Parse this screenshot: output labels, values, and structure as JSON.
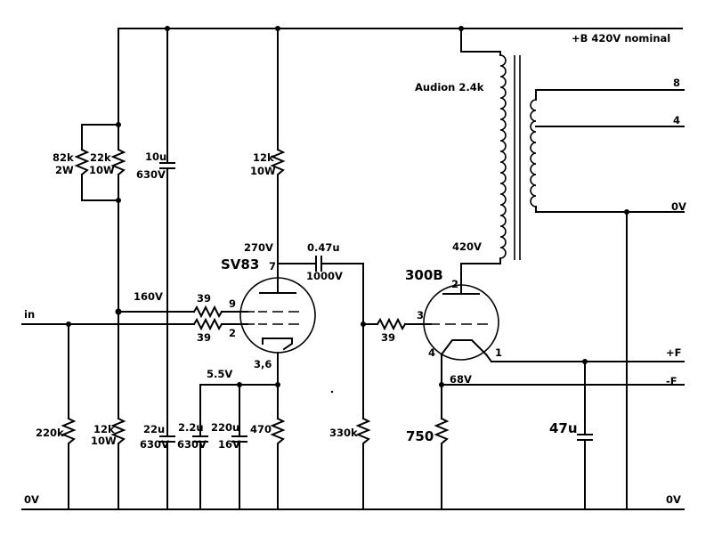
{
  "rails": {
    "b_plus": "+B 420V nominal",
    "zero_v_left": "0V",
    "zero_v_right": "0V",
    "input": "in",
    "heater_pos": "+F",
    "heater_neg": "-F"
  },
  "transformer": {
    "label": "Audion 2.4k",
    "tap_8": "8",
    "tap_4": "4",
    "tap_0v": "0V"
  },
  "tubes": {
    "driver": "SV83",
    "output": "300B",
    "driver_pins": {
      "anode": "7",
      "g2": "9",
      "g1": "2",
      "cathode": "3,6"
    },
    "output_pins": {
      "anode": "2",
      "grid": "3",
      "f1": "1",
      "f4": "4"
    }
  },
  "components": {
    "r82k": [
      "82k",
      "2W"
    ],
    "r22k": [
      "22k",
      "10W"
    ],
    "c10u": [
      "10u",
      "630V"
    ],
    "r12k_top": [
      "12k",
      "10W"
    ],
    "c047": [
      "0.47u",
      "1000V"
    ],
    "r39_g2": "39",
    "r39_g1": "39",
    "r39_out": "39",
    "r220k": "220k",
    "r12k_bot": [
      "12k",
      "10W"
    ],
    "c22u": [
      "22u",
      "630V"
    ],
    "c22u_small": [
      "2.2u",
      "630V"
    ],
    "c220u": [
      "220u",
      "16V"
    ],
    "r470": "470",
    "r330k": "330k",
    "r750": "750",
    "c47u": "47u"
  },
  "voltages": {
    "v270": "270V",
    "v160": "160V",
    "v5_5": "5.5V",
    "v420": "420V",
    "v68": "68V"
  }
}
